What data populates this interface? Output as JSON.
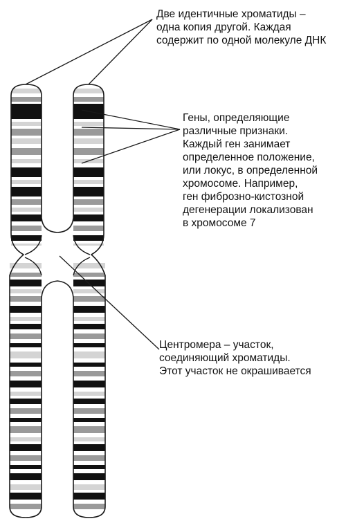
{
  "annotations": {
    "chromatids": "Две идентичные хроматиды –\nодна копия другой. Каждая\nсодержит по одной молекуле ДНК",
    "genes": "Гены, определяющие\nразличные признаки.\nКаждый ген занимает\nопределенное положение,\nили локус, в определенной\nхромосоме. Например,\nген фиброзно-кистозной\nдегенерации локализован\nв хромосоме 7",
    "centromere": "Центромера – участок,\nсоединяющий хроматиды.\nЭтот участок не окрашивается"
  },
  "colors": {
    "outline": "#1a1a1a",
    "band_dark": "#111111",
    "band_gray": "#9a9a9a",
    "band_light": "#d4d4d4",
    "leader": "#1a1a1a"
  }
}
